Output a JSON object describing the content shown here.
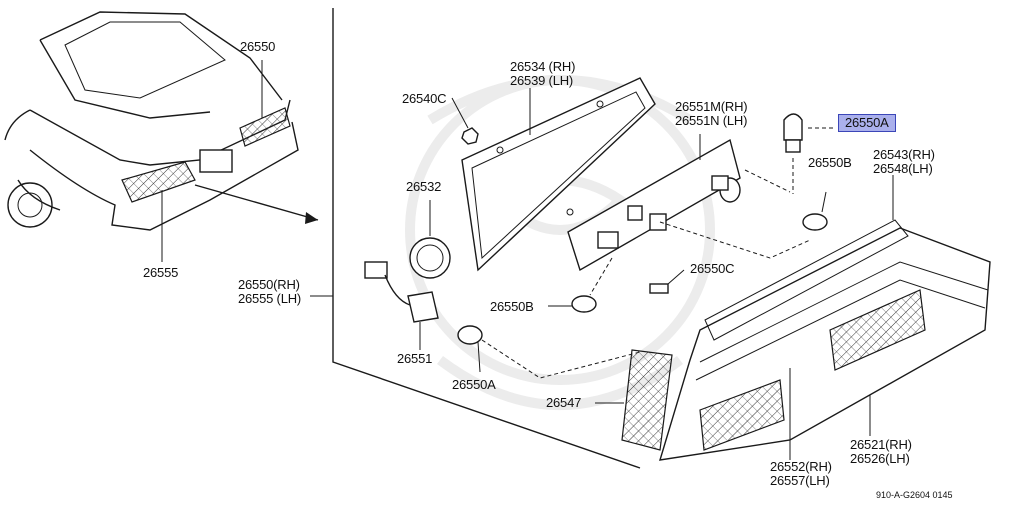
{
  "labels": {
    "l26550_top": "26550",
    "l26555_car": "26555",
    "l26550_rh_1": "26550(RH)",
    "l26550_rh_2": "26555 (LH)",
    "l26534_1": "26534 (RH)",
    "l26534_2": "26539 (LH)",
    "l26540c": "26540C",
    "l26532": "26532",
    "l26551": "26551",
    "l26550a_bottom": "26550A",
    "l26550b_left": "26550B",
    "l26550c": "26550C",
    "l26551m_1": "26551M(RH)",
    "l26551m_2": "26551N (LH)",
    "l26550a_top": "26550A",
    "l26550b_right": "26550B",
    "l26543_1": "26543(RH)",
    "l26543_2": "26548(LH)",
    "l26547": "26547",
    "l26552_1": "26552(RH)",
    "l26552_2": "26557(LH)",
    "l26521_1": "26521(RH)",
    "l26521_2": "26526(LH)"
  },
  "footer": {
    "code": "910-A-G2604 0145"
  },
  "highlight_color": "#aab0ec"
}
